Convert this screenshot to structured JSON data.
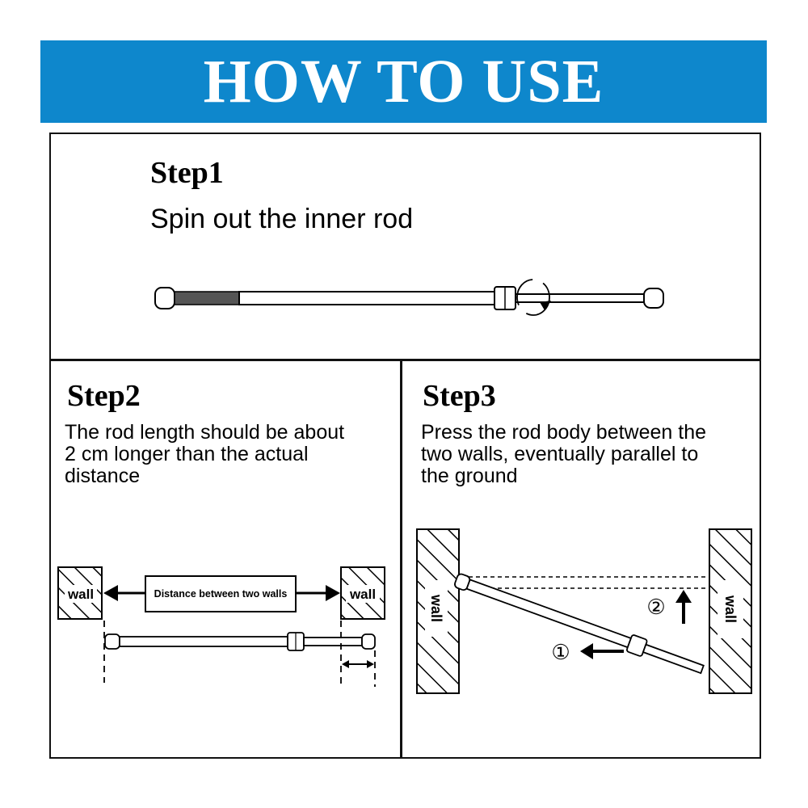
{
  "header": {
    "title": "HOW TO USE"
  },
  "accent_color": "#0e87cc",
  "steps": [
    {
      "title": "Step1",
      "description": "Spin out the inner rod"
    },
    {
      "title": "Step2",
      "description_lines": [
        "The rod length should be about",
        "2 cm longer than the actual",
        "distance"
      ],
      "wall_label": "wall",
      "distance_label": "Distance between two walls"
    },
    {
      "title": "Step3",
      "description_lines": [
        "Press the rod body between the",
        "two walls, eventually parallel to",
        "the ground"
      ],
      "wall_label": "wall",
      "marker_1": "①",
      "marker_2": "②"
    }
  ]
}
